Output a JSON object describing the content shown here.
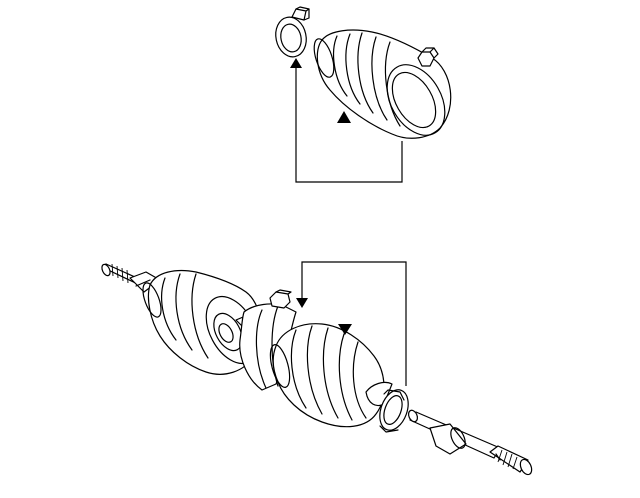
{
  "diagram": {
    "background": "#ffffff",
    "stroke_color": "#000000",
    "parts": [
      {
        "id": "boot-clamp-small",
        "icon": "clamp-ring"
      },
      {
        "id": "boot-kit-upper",
        "icon": "cv-boot"
      },
      {
        "id": "axle-assembly",
        "icon": "cv-axle-shaft"
      },
      {
        "id": "boot-clamp-lower",
        "icon": "clamp-ring"
      }
    ],
    "markers": [
      {
        "id": "marker-upper-clamp",
        "shape": "triangle-up"
      },
      {
        "id": "marker-upper-boot",
        "shape": "triangle-up"
      },
      {
        "id": "marker-lower-leader",
        "shape": "triangle-down"
      },
      {
        "id": "marker-lower-boot",
        "shape": "triangle-down"
      }
    ]
  }
}
